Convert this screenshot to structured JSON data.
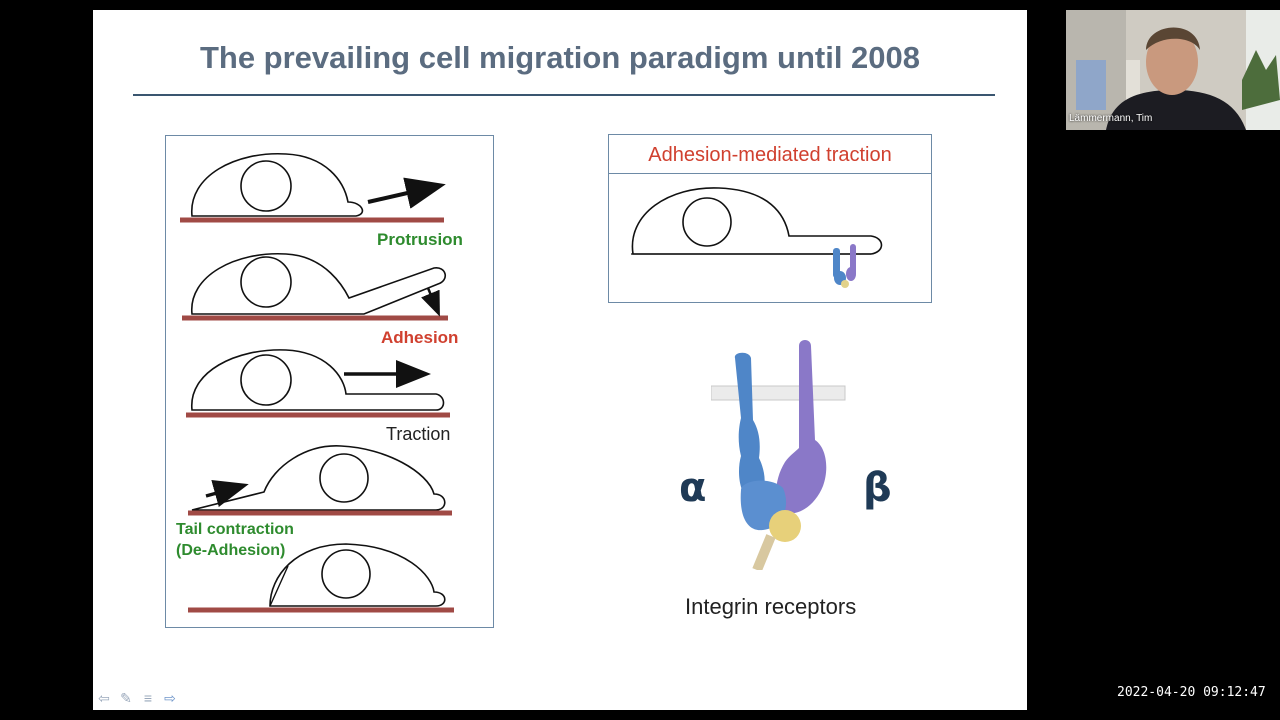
{
  "slide": {
    "title": "The prevailing cell migration paradigm until 2008",
    "left_panel": {
      "steps": [
        {
          "label": "Protrusion"
        },
        {
          "label": "Adhesion"
        },
        {
          "label": "Traction"
        },
        {
          "label_line1": "Tail contraction",
          "label_line2": "(De-Adhesion)"
        }
      ]
    },
    "right_panel": {
      "title": "Adhesion-mediated traction"
    },
    "integrin": {
      "alpha": "α",
      "beta": "β",
      "caption": "Integrin receptors"
    }
  },
  "colors": {
    "substrate": "#a04a45",
    "title": "#5b6c80",
    "green_label": "#2e8b2e",
    "red_label": "#d0402f",
    "integrin_alpha": "#4f86c8",
    "integrin_beta": "#8a78c8"
  },
  "navigation": {
    "icons": [
      "arrow-left-icon",
      "pen-icon",
      "menu-icon",
      "arrow-right-icon"
    ]
  },
  "webcam": {
    "name": "Lämmermann, Tim"
  },
  "timestamp": "2022-04-20 09:12:47"
}
